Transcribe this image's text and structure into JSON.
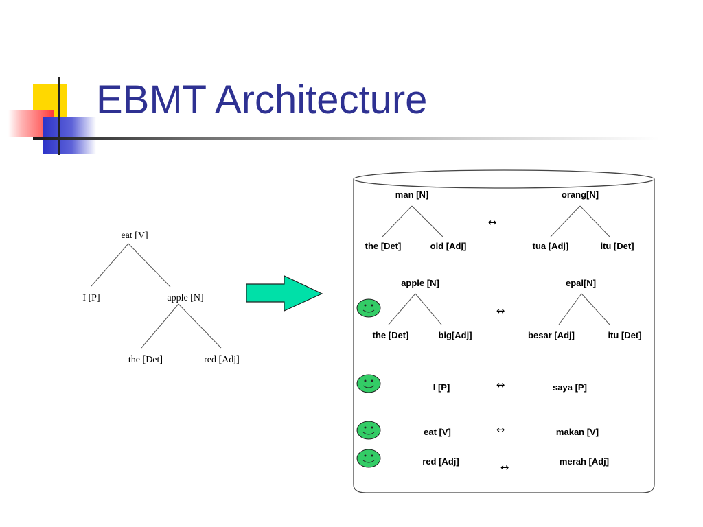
{
  "slide": {
    "title": "EBMT Architecture"
  },
  "input_tree": {
    "root": "eat [V]",
    "left": "I [P]",
    "right": "apple [N]",
    "right_left": "the [Det]",
    "right_right": "red [Adj]"
  },
  "database": {
    "equivalence_symbol": "↔",
    "examples": [
      {
        "source": {
          "root": "man [N]",
          "left": "the [Det]",
          "right": "old [Adj]"
        },
        "target": {
          "root": "orang[N]",
          "left": "tua [Adj]",
          "right": "itu [Det]"
        },
        "matched": false
      },
      {
        "source": {
          "root": "apple [N]",
          "left": "the [Det]",
          "right": "big[Adj]"
        },
        "target": {
          "root": "epal[N]",
          "left": "besar [Adj]",
          "right": "itu [Det]"
        },
        "matched": true
      },
      {
        "source": {
          "word": "I [P]"
        },
        "target": {
          "word": "saya [P]"
        },
        "matched": true
      },
      {
        "source": {
          "word": "eat [V]"
        },
        "target": {
          "word": "makan [V]"
        },
        "matched": true
      },
      {
        "source": {
          "word": "red [Adj]"
        },
        "target": {
          "word": "merah [Adj]"
        },
        "matched": true
      }
    ]
  },
  "colors": {
    "title": "#2e3192",
    "arrow_fill": "#00e0a8",
    "smiley_fill": "#33cc66"
  },
  "icons": {
    "match": "smiley-face-icon",
    "flow": "right-arrow-icon"
  }
}
